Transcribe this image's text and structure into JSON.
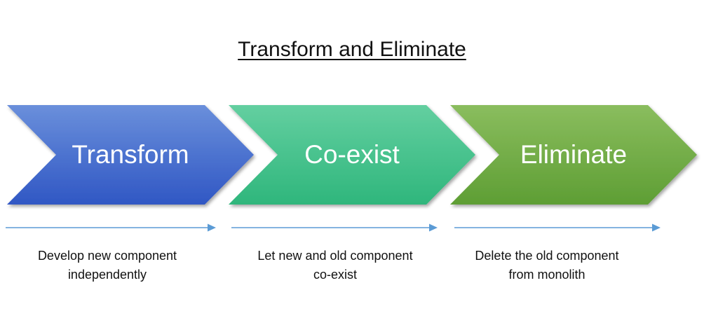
{
  "title": "Transform and Eliminate",
  "stages": [
    {
      "label": "Transform",
      "description_lines": [
        "Develop new component",
        "independently"
      ],
      "colors": {
        "top": "#6a8fdb",
        "bottom": "#3057c4"
      }
    },
    {
      "label": "Co-exist",
      "description_lines": [
        "Let new and old component",
        "co-exist"
      ],
      "colors": {
        "top": "#63cfa0",
        "bottom": "#2fb67c"
      }
    },
    {
      "label": "Eliminate",
      "description_lines": [
        "Delete the old component",
        "from monolith"
      ],
      "colors": {
        "top": "#8abd5e",
        "bottom": "#5e9e34"
      }
    }
  ],
  "arrow_color": "#5b9bd5"
}
